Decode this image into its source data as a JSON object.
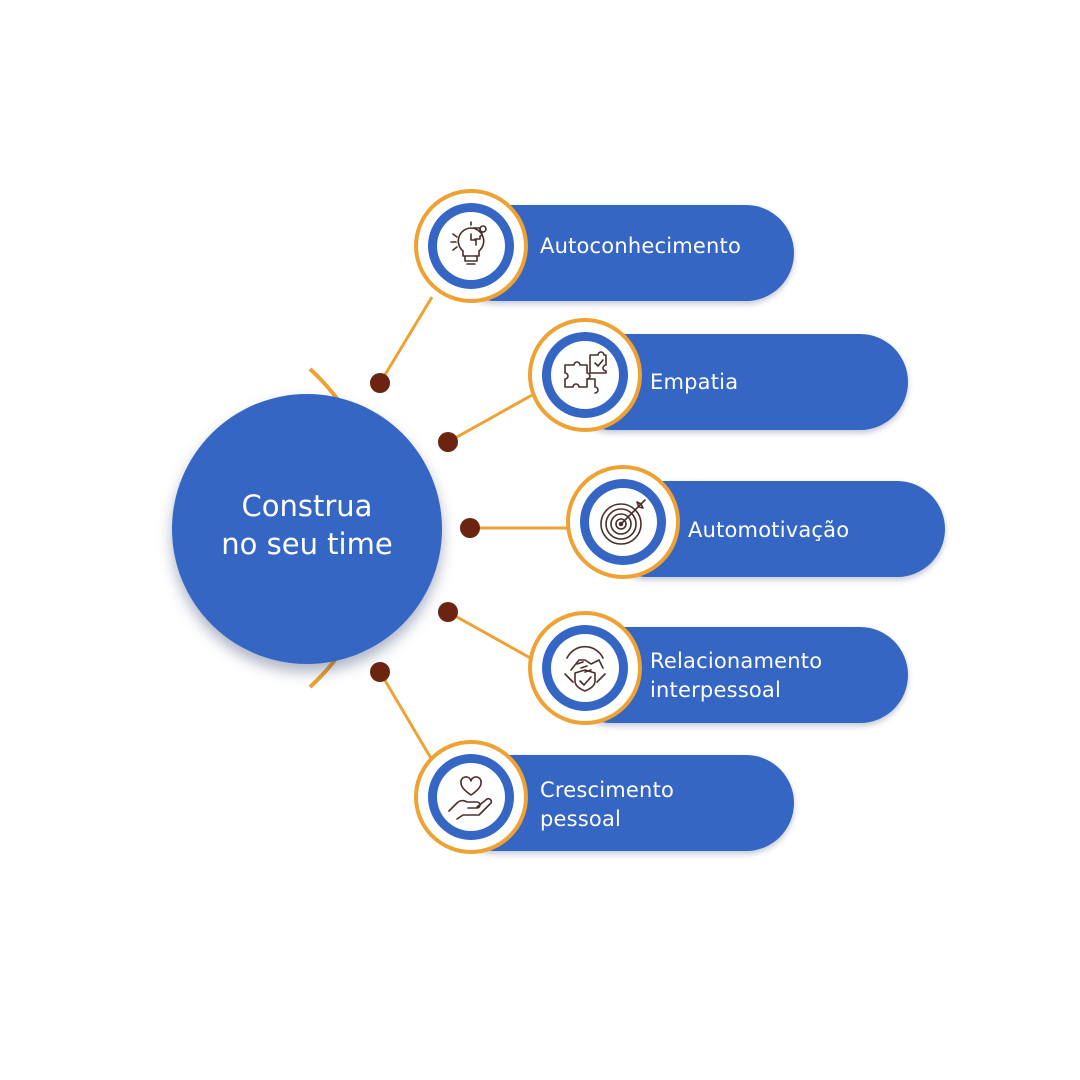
{
  "hub": {
    "title": "Construa\nno seu time"
  },
  "items": [
    {
      "label": "Autoconhecimento",
      "icon": "lightbulb-puzzle-icon"
    },
    {
      "label": "Empatia",
      "icon": "puzzle-pieces-icon"
    },
    {
      "label": "Automotivação",
      "icon": "target-arrow-icon"
    },
    {
      "label": "Relacionamento\ninterpessoal",
      "icon": "handshake-shield-icon"
    },
    {
      "label": "Crescimento\npessoal",
      "icon": "hand-heart-icon"
    }
  ],
  "colors": {
    "primary_blue": "#3566c4",
    "accent_orange": "#eea233",
    "node_brown": "#6b2410",
    "icon_stroke": "#4a2e2a"
  }
}
